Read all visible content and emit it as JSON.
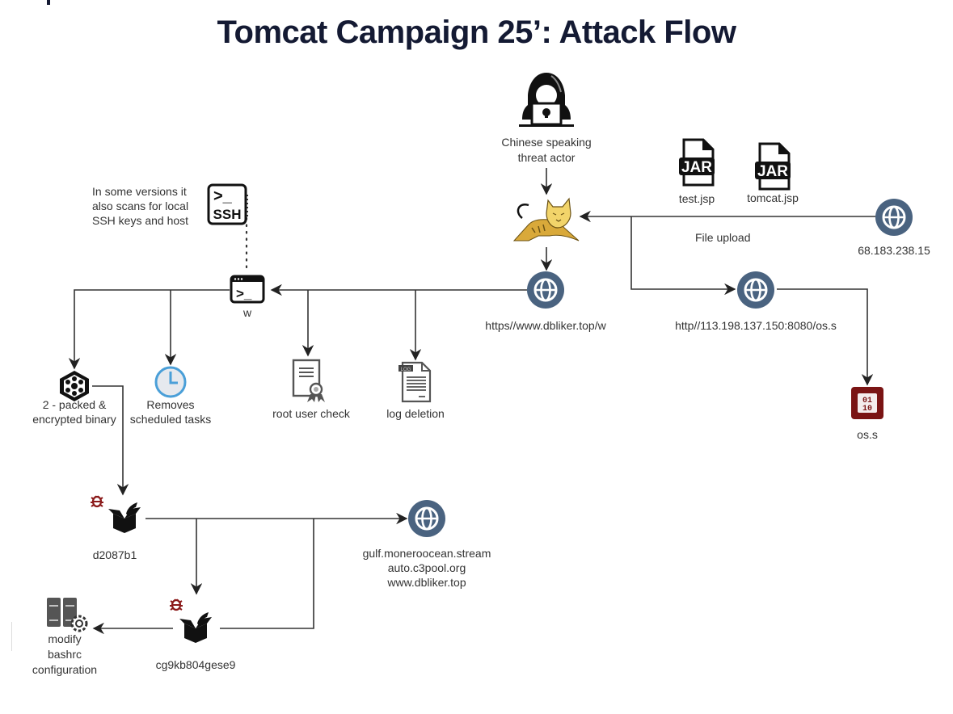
{
  "title": "Tomcat Campaign 25’: Attack Flow",
  "colors": {
    "title": "#141a33",
    "globe": "#4a6380",
    "line": "#333333",
    "bug": "#8b1a1a",
    "binary_box": "#7a1414",
    "clock": "#4a9fd8",
    "tomcat": "#d9a93a"
  },
  "nodes": {
    "threat_actor": {
      "icon": "hacker-icon",
      "label_lines": [
        "Chinese speaking",
        "threat actor"
      ]
    },
    "tomcat": {
      "icon": "tomcat-icon"
    },
    "test_jsp": {
      "icon": "jar-file-icon",
      "badge": "JAR",
      "label": "test.jsp"
    },
    "tomcat_jsp": {
      "icon": "jar-file-icon",
      "badge": "JAR",
      "label": "tomcat.jsp"
    },
    "ip_upload": {
      "icon": "globe-icon",
      "label": "68.183.238.15"
    },
    "file_upload_edge": {
      "label": "File upload"
    },
    "dbliker_w": {
      "icon": "globe-icon",
      "label": "https//www.dbliker.top/w"
    },
    "os_s_url": {
      "icon": "globe-icon",
      "label": "http//113.198.137.150:8080/os.s"
    },
    "os_s": {
      "icon": "binary-file-icon",
      "badge_lines": [
        "01",
        "10"
      ],
      "label": "os.s"
    },
    "w": {
      "icon": "terminal-icon",
      "glyph": ">_",
      "label": "w"
    },
    "ssh": {
      "icon": "ssh-terminal-icon",
      "glyph": ">_",
      "badge": "SSH",
      "note_lines": [
        "In some versions it",
        "also scans for local",
        "SSH keys and host"
      ]
    },
    "packed_binary": {
      "icon": "packed-binary-icon",
      "label_lines": [
        "2 - packed &",
        "encrypted binary"
      ]
    },
    "scheduled_tasks": {
      "icon": "clock-icon",
      "label_lines": [
        "Removes",
        "scheduled tasks"
      ]
    },
    "root_check": {
      "icon": "certificate-icon",
      "label": "root user check"
    },
    "log_deletion": {
      "icon": "log-file-icon",
      "badge": "LOG",
      "label": "log deletion"
    },
    "d2087b1": {
      "icon": "malware-box-icon",
      "label": "d2087b1"
    },
    "mining_pools": {
      "icon": "globe-icon",
      "label_lines": [
        "gulf.moneroocean.stream",
        "auto.c3pool.org",
        "www.dbliker.top"
      ]
    },
    "cg9kb804gese9": {
      "icon": "malware-box-icon",
      "label": "cg9kb804gese9"
    },
    "bashrc": {
      "icon": "server-config-icon",
      "label_lines": [
        "modify",
        "bashrc",
        "configuration"
      ]
    }
  }
}
